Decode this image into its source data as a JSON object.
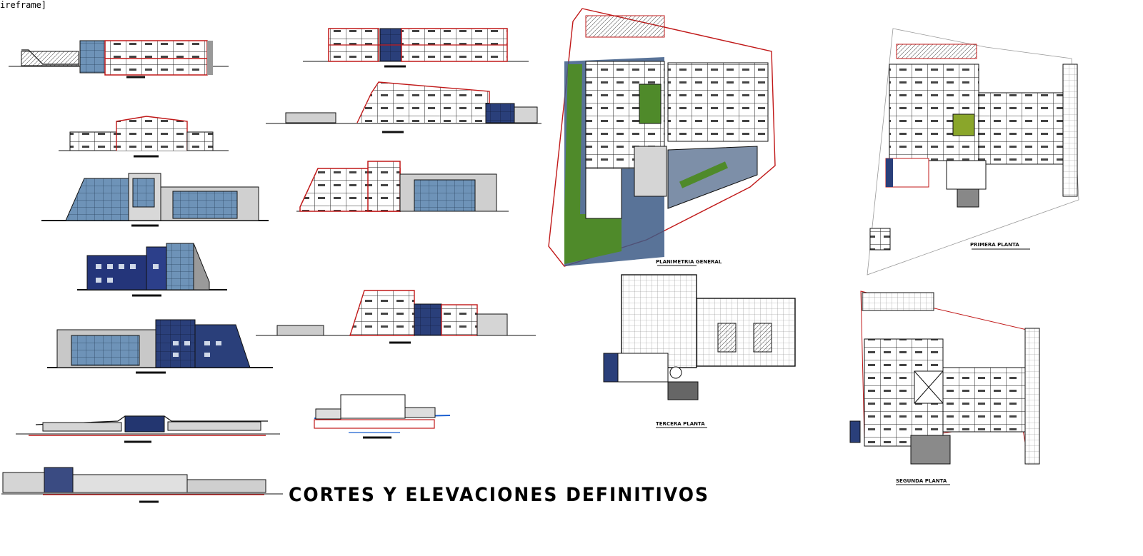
{
  "viewport_label": "ireframe]",
  "sheet_title": "CORTES Y ELEVACIONES DEFINITIVOS",
  "plans": {
    "site_plan": "PLANIMETRIA GENERAL",
    "first_floor": "PRIMERA PLANTA",
    "second_floor": "SEGUNDA PLANTA",
    "third_floor": "TERCERA PLANTA"
  },
  "colors": {
    "line_red": "#c01818",
    "glass_blue": "#2a4f8c",
    "glass_light": "#7fa8c8",
    "green_area": "#4f8a2a",
    "wall_gray": "#9a9a9a",
    "ink": "#111111"
  }
}
